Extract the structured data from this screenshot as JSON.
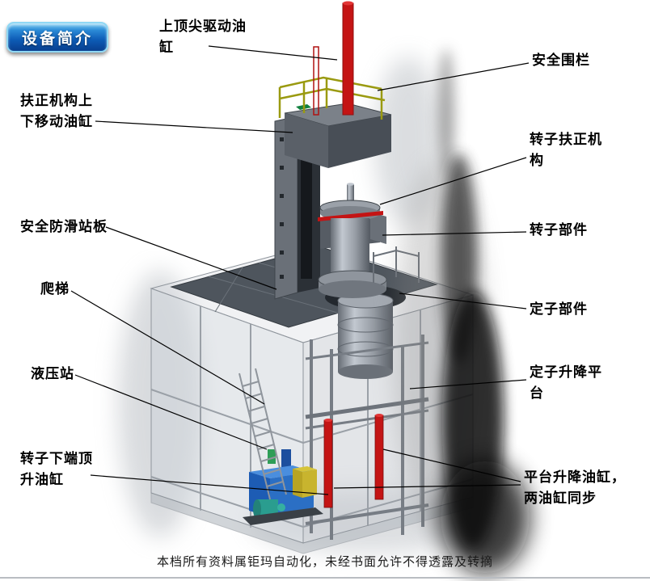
{
  "badge": {
    "label": "设备简介"
  },
  "labels": {
    "top_cylinder": "上顶尖驱动油缸",
    "safety_fence": "安全围栏",
    "righting_updown_cylinder": "扶正机构上下移动油缸",
    "rotor_righting": "转子扶正机构",
    "anti_slip_plate": "安全防滑站板",
    "rotor_part": "转子部件",
    "ladder": "爬梯",
    "stator_part": "定子部件",
    "hydraulic_station": "液压站",
    "stator_lift_platform": "定子升降平台",
    "rotor_jack_cylinder": "转子下端顶升油缸",
    "platform_lift_cylinders": "平台升降油缸，两油缸同步"
  },
  "footer": {
    "text": "本档所有资料属钜玛自动化，未经书面允许不得透露及转摘"
  },
  "colors": {
    "badge_blue": "#0d5bb5",
    "badge_border": "#90d8f4",
    "cylinder_red": "#c41414",
    "railing_yellow": "#9a9a10",
    "hydraulic_blue": "#2b6fc4",
    "pump_teal": "#2a9d8f",
    "frame_gray": "#8f959c",
    "platform_gray": "#4e555d"
  }
}
